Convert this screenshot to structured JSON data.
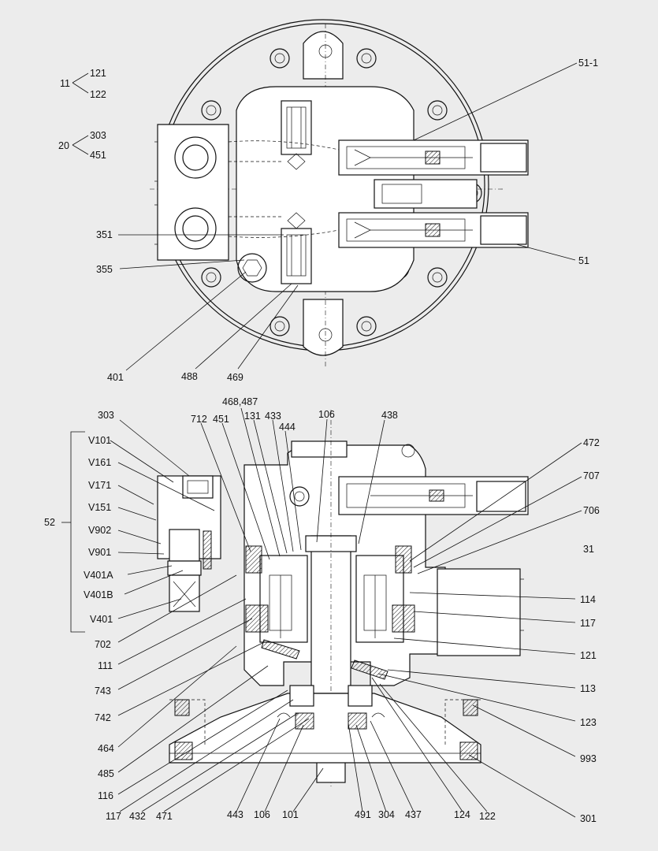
{
  "labels": {
    "l11": "11",
    "l121a": "121",
    "l122a": "122",
    "l20": "20",
    "l303a": "303",
    "l451a": "451",
    "l351": "351",
    "l355": "355",
    "l401": "401",
    "l488": "488",
    "l469": "469",
    "l51_1": "51-1",
    "l51": "51",
    "l303b": "303",
    "l712": "712",
    "l451b": "451",
    "l468": "468,487",
    "l131": "131",
    "l433": "433",
    "l444": "444",
    "l106a": "106",
    "l438": "438",
    "l472": "472",
    "l707": "707",
    "l706": "706",
    "l31": "31",
    "l114": "114",
    "l117a": "117",
    "l121b": "121",
    "l113": "113",
    "l123": "123",
    "l993": "993",
    "l301": "301",
    "l52": "52",
    "lV101": "V101",
    "lV161": "V161",
    "lV171": "V171",
    "lV151": "V151",
    "lV902": "V902",
    "lV901": "V901",
    "lV401A": "V401A",
    "lV401B": "V401B",
    "lV401": "V401",
    "l702": "702",
    "l111": "111",
    "l743": "743",
    "l742": "742",
    "l464": "464",
    "l485": "485",
    "l116": "116",
    "l117b": "117",
    "l432": "432",
    "l471": "471",
    "l443": "443",
    "l106b": "106",
    "l101": "101",
    "l491": "491",
    "l304": "304",
    "l437": "437",
    "l124": "124",
    "l122b": "122"
  }
}
